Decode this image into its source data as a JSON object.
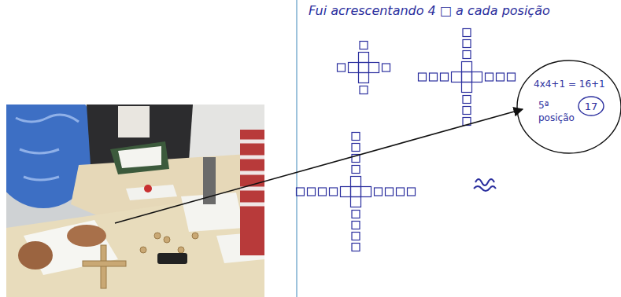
{
  "diagram": {
    "title": "Fui acrescentando 4 □ a cada posição",
    "nodes": [
      {
        "text": [
          "4x4+1 = 16+1",
          "5ª posição"
        ]
      },
      {
        "text": [
          "17"
        ],
        "in": 0
      }
    ]
  }
}
